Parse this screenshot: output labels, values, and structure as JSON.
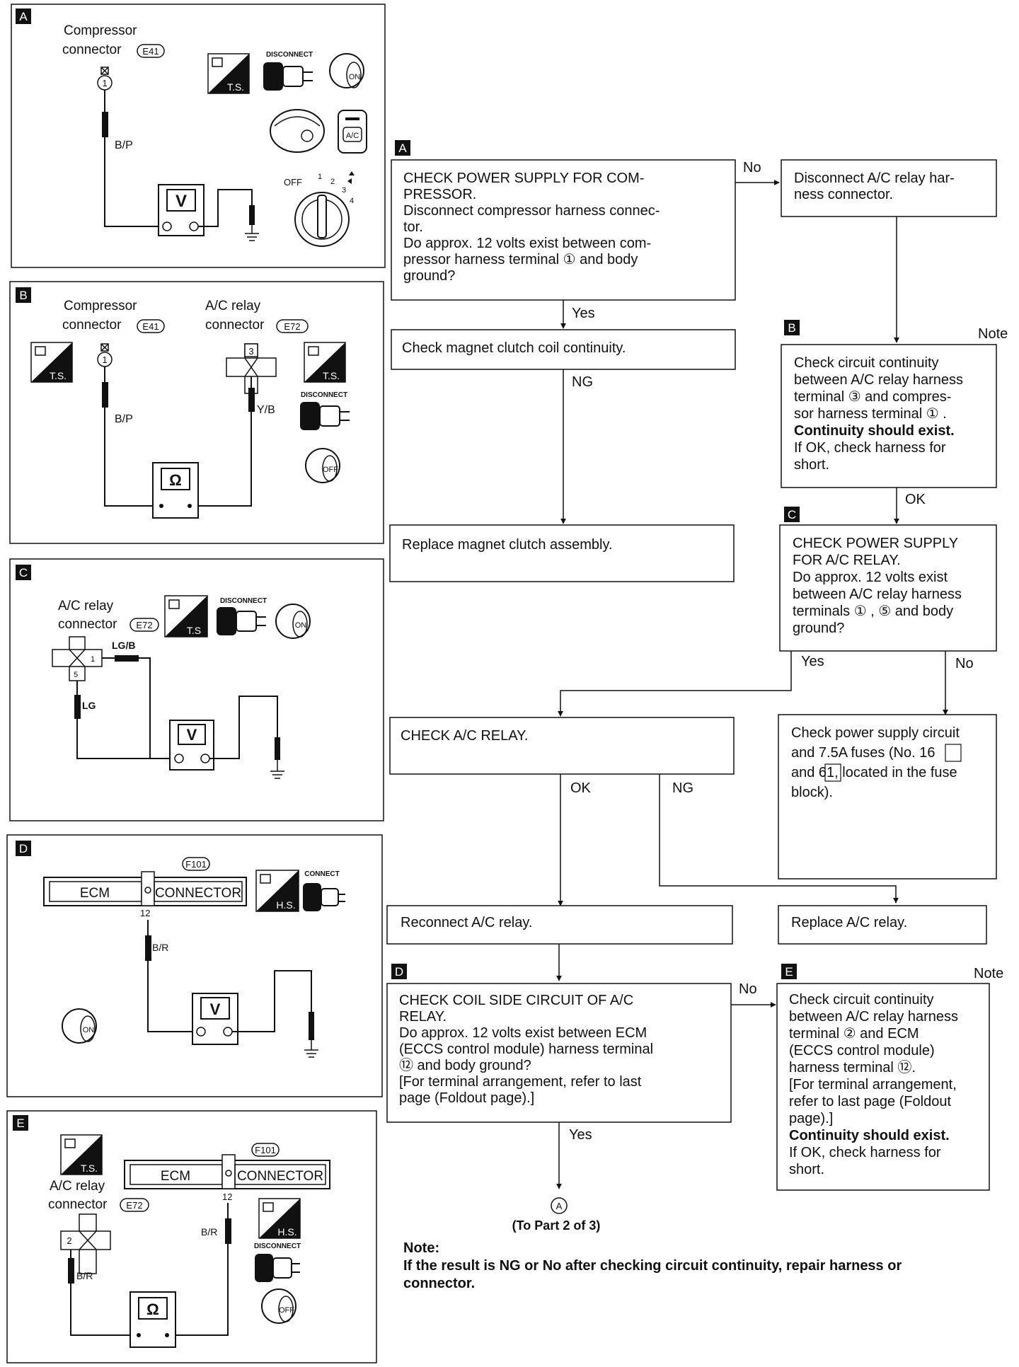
{
  "panels": {
    "A": {
      "letter": "A",
      "connector_line1": "Compressor",
      "connector_line2": "connector",
      "connector_code": "E41",
      "terminal": "1",
      "wire": "B/P",
      "meter": "V",
      "switch_off": "OFF",
      "switch_1": "1",
      "switch_2": "2",
      "switch_3": "3",
      "switch_4": "4",
      "ts": "T.S.",
      "disconnect": "DISCONNECT",
      "key": "ON",
      "ac_button": "A/C"
    },
    "B": {
      "letter": "B",
      "comp_line1": "Compressor",
      "comp_line2": "connector",
      "comp_code": "E41",
      "relay_line1": "A/C  relay",
      "relay_line2": "connector",
      "relay_code": "E72",
      "term_comp": "1",
      "term_relay": "3",
      "wire_comp": "B/P",
      "wire_relay": "Y/B",
      "meter": "Ω",
      "ts_left": "T.S.",
      "ts_right": "T.S.",
      "disconnect": "DISCONNECT",
      "key": "OFF"
    },
    "C": {
      "letter": "C",
      "relay_line1": "A/C relay",
      "relay_line2": "connector",
      "relay_code": "E72",
      "term_1": "1",
      "term_5": "5",
      "wire_lgb": "LG/B",
      "wire_lg": "LG",
      "meter": "V",
      "ts": "T.S",
      "disconnect": "DISCONNECT",
      "key": "ON"
    },
    "D": {
      "letter": "D",
      "ecm": "ECM",
      "connector": "CONNECTOR",
      "code": "F101",
      "terminal": "12",
      "wire": "B/R",
      "meter": "V",
      "hs": "H.S.",
      "connect": "CONNECT",
      "key": "ON"
    },
    "E": {
      "letter": "E",
      "ts": "T.S.",
      "relay_line1": "A/C relay",
      "relay_line2": "connector",
      "relay_code": "E72",
      "ecm": "ECM",
      "connector": "CONNECTOR",
      "code": "F101",
      "term_12": "12",
      "term_2": "2",
      "wire_right": "B/R",
      "wire_left": "B/R",
      "meter": "Ω",
      "hs": "H.S.",
      "disconnect": "DISCONNECT",
      "key": "OFF"
    }
  },
  "flow": {
    "tag_a": "A",
    "tag_b": "B",
    "tag_c": "C",
    "tag_d": "D",
    "tag_e": "E",
    "box_check_power": [
      "CHECK POWER SUPPLY FOR COM-",
      "PRESSOR.",
      "Disconnect compressor harness connec-",
      "tor.",
      "Do approx. 12 volts exist between com-",
      "pressor harness terminal ① and body",
      "ground?"
    ],
    "box_disconnect_relay": [
      "Disconnect A/C relay har-",
      "ness connector."
    ],
    "box_magnet_coil": "Check magnet clutch coil continuity.",
    "box_continuity_b": [
      "Check circuit continuity",
      "between A/C relay harness",
      "terminal ③ and compres-",
      "sor harness terminal ① .",
      "Continuity should exist.",
      "If OK, check harness for",
      "short."
    ],
    "box_replace_clutch": "Replace magnet clutch assembly.",
    "box_power_relay": [
      "CHECK POWER SUPPLY",
      "FOR A/C RELAY.",
      "Do approx. 12 volts exist",
      "between A/C relay harness",
      "terminals ① , ⑤ and body",
      "ground?"
    ],
    "box_check_relay": "CHECK A/C RELAY.",
    "box_fuse": [
      "Check power supply circuit",
      "and 7.5A fuses (No. 16",
      "and 61, located in the fuse",
      "block)."
    ],
    "box_reconnect": "Reconnect A/C relay.",
    "box_replace_relay": "Replace A/C relay.",
    "box_coil_side": [
      "CHECK COIL SIDE CIRCUIT OF A/C",
      "RELAY.",
      "Do approx. 12 volts exist between ECM",
      "(ECCS control module) harness terminal",
      "⑫ and body ground?",
      "[For terminal arrangement, refer to last",
      "page (Foldout page).]"
    ],
    "box_continuity_e": [
      "Check circuit continuity",
      "between A/C relay harness",
      "terminal ② and ECM",
      "(ECCS control module)",
      "harness terminal ⑫.",
      "[For terminal arrangement,",
      "refer to last page (Foldout",
      "page).]",
      "Continuity should exist.",
      "If OK, check harness for",
      "short."
    ],
    "label_no_1": "No",
    "label_yes_1": "Yes",
    "label_ng_1": "NG",
    "label_ok_1": "OK",
    "label_yes_2": "Yes",
    "label_no_2": "No",
    "label_ok_2": "OK",
    "label_ng_2": "NG",
    "label_no_3": "No",
    "label_yes_3": "Yes",
    "note_b": "Note",
    "note_e": "Note",
    "circle_a": "A",
    "to_part": "(To Part 2 of 3)",
    "note_title": "Note:",
    "note_line1": "If the result is NG or No after checking circuit continuity, repair harness or",
    "note_line2": "connector."
  }
}
